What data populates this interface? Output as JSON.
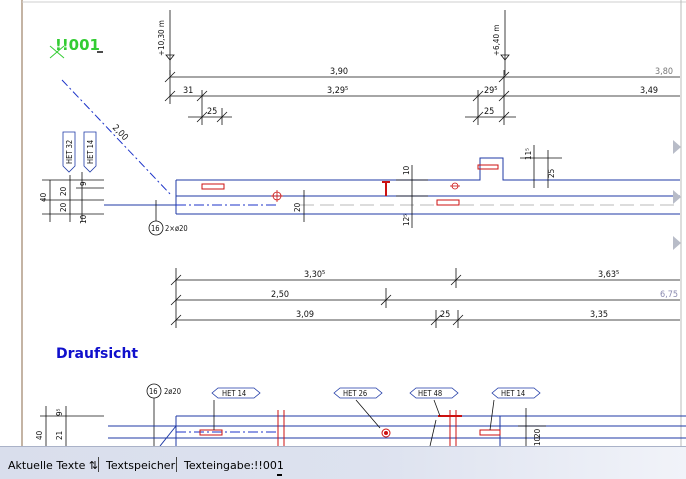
{
  "drawing": {
    "marker_label": "!!001",
    "heading": "Draufsicht",
    "level_top_left": "+10,30 m",
    "level_top_right": "+6,40 m",
    "diagonal_dim": "2,00",
    "top_dims": {
      "row1": [
        "3,90",
        "3,80"
      ],
      "row2": [
        "31",
        "3,29⁵",
        "29⁵",
        "3,49"
      ],
      "row3": [
        "25",
        "25"
      ]
    },
    "bottom_dims": {
      "row1": [
        "3,30⁵",
        "3,63⁵"
      ],
      "row2": [
        "2,50",
        "6,75"
      ],
      "row3": [
        "3,09",
        "25",
        "3,35"
      ]
    },
    "left_vertical_dims": [
      "40",
      "20",
      "20",
      "9",
      "10"
    ],
    "mid_vertical_dims": [
      "20",
      "10",
      "12⁵",
      "11⁵",
      "25"
    ],
    "tags_vertical": [
      "HET 32",
      "HET 14"
    ],
    "bar_mark_top": {
      "number": "16",
      "text": "2×ø20"
    },
    "bar_mark_bottom": {
      "number": "16",
      "text": "2ø20"
    },
    "lower_tags": [
      "HET 14",
      "HET 26",
      "HET 48",
      "HET 14"
    ],
    "lower_vertical_dims": [
      "40",
      "21",
      "9⁵",
      "20",
      "10"
    ]
  },
  "colors": {
    "line_blue": "#1f3aa6",
    "dash_blue": "#1c33c8",
    "red_part": "#cc1111",
    "green_marker": "#33cc33",
    "heading_blue": "#1010cc"
  },
  "statusbar": {
    "item1": "Aktuelle Texte ⇅",
    "item2": "Textspeicher",
    "item3_label": "Texteingabe:",
    "item3_value": "!!001"
  }
}
